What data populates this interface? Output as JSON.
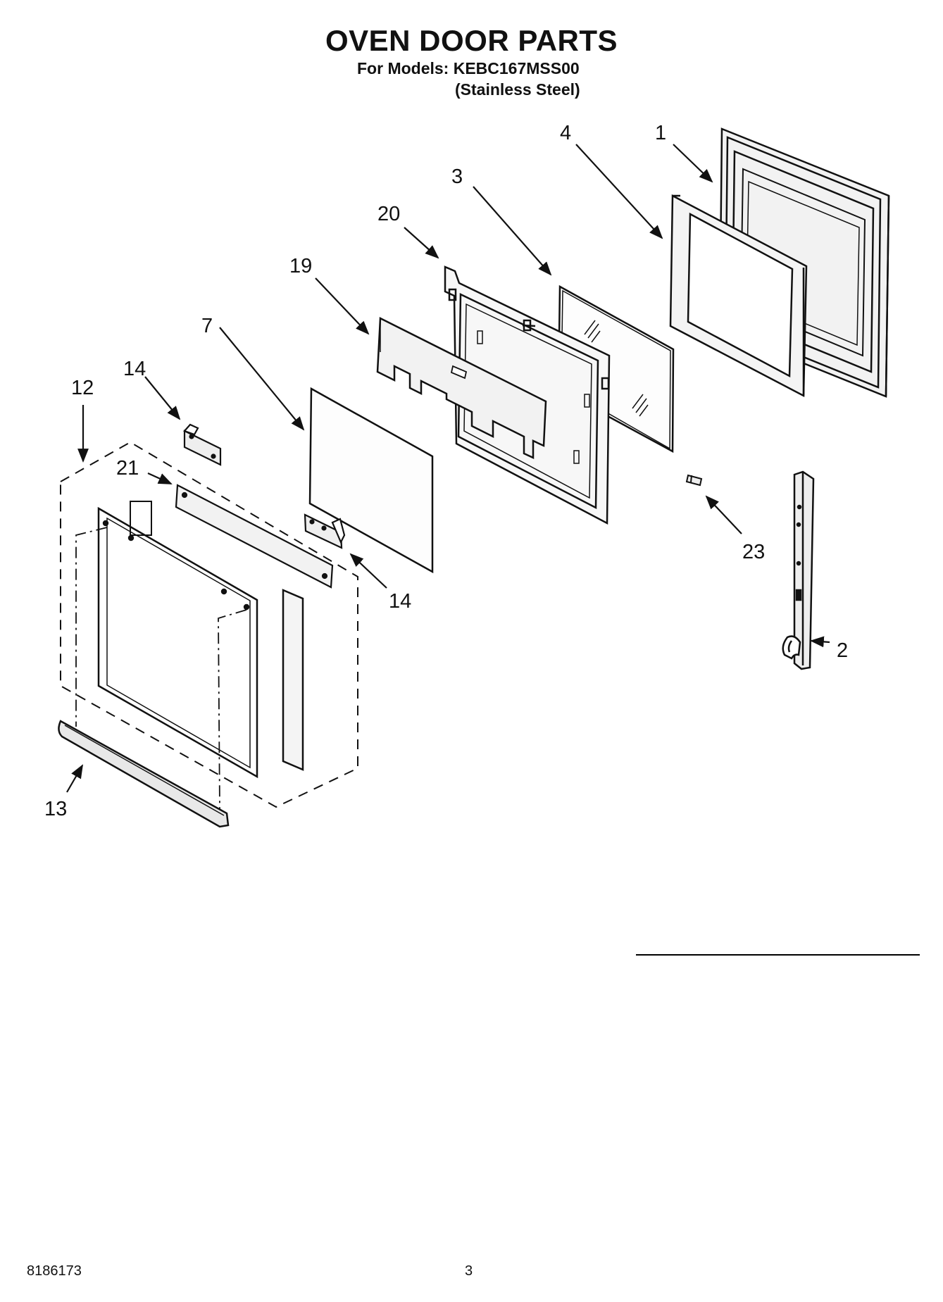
{
  "header": {
    "title": "OVEN DOOR PARTS",
    "models_line": "For Models: KEBC167MSS00",
    "finish_line": "(Stainless Steel)"
  },
  "diagram": {
    "callouts": {
      "p1": "1",
      "p2": "2",
      "p3": "3",
      "p4": "4",
      "p7": "7",
      "p12": "12",
      "p13": "13",
      "p14_top": "14",
      "p14_bottom": "14",
      "p19": "19",
      "p20": "20",
      "p21": "21",
      "p23": "23"
    }
  },
  "footer": {
    "document_number": "8186173",
    "page_number": "3"
  },
  "colors": {
    "ink": "#111111",
    "fill_gray": "#e6e6e6",
    "background": "#ffffff"
  }
}
